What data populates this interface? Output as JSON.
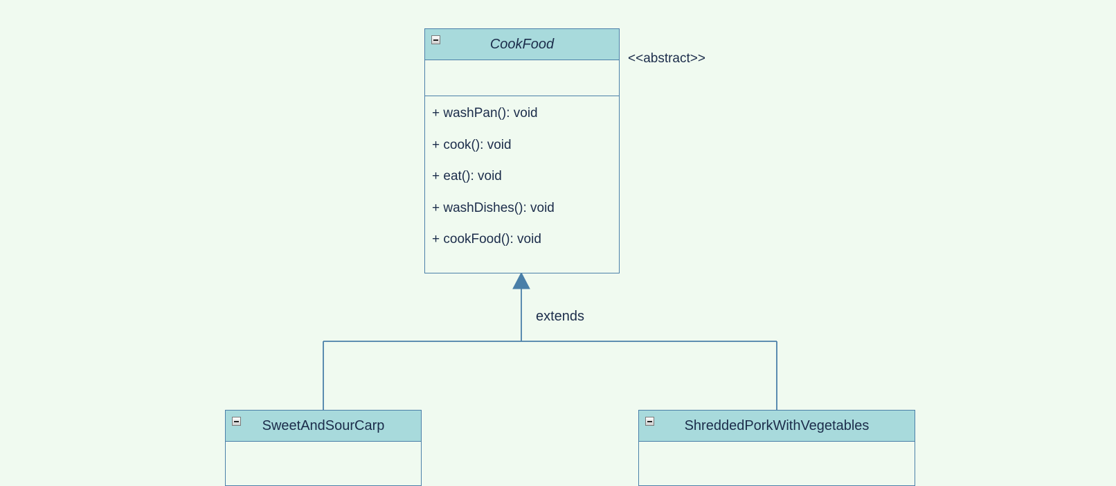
{
  "diagram": {
    "parent": {
      "name": "CookFood",
      "stereotype": "<<abstract>>",
      "methods": [
        "+ washPan(): void",
        "+ cook(): void",
        "+ eat(): void",
        "+ washDishes(): void",
        "+ cookFood(): void"
      ]
    },
    "relationship": {
      "label": "extends"
    },
    "children": [
      {
        "name": "SweetAndSourCarp"
      },
      {
        "name": "ShreddedPorkWithVegetables"
      }
    ]
  }
}
